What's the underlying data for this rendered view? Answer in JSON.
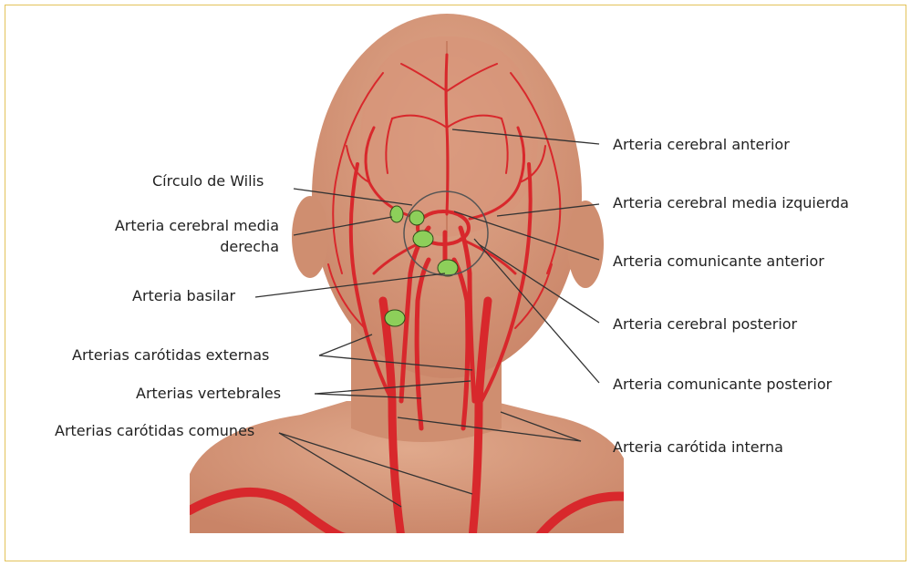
{
  "diagram": {
    "left_labels": {
      "circulo_de_wilis": "Círculo de Wilis",
      "cerebral_media_derecha_line1": "Arteria cerebral media",
      "cerebral_media_derecha_line2": "derecha",
      "basilar": "Arteria basilar",
      "carotidas_externas": "Arterias carótidas externas",
      "vertebrales": "Arterias vertebrales",
      "carotidas_comunes": "Arterias carótidas comunes"
    },
    "right_labels": {
      "cerebral_anterior": "Arteria cerebral anterior",
      "cerebral_media_izquierda": "Arteria cerebral media izquierda",
      "comunicante_anterior": "Arteria comunicante anterior",
      "cerebral_posterior": "Arteria cerebral posterior",
      "comunicante_posterior": "Arteria comunicante posterior",
      "carotida_interna": "Arteria carótida interna"
    },
    "colors": {
      "frame_border": "#e3c35a",
      "skin": "#d99a7c",
      "artery": "#d8282c",
      "marker": "#8dcf5a",
      "leader_line": "#333333"
    }
  }
}
